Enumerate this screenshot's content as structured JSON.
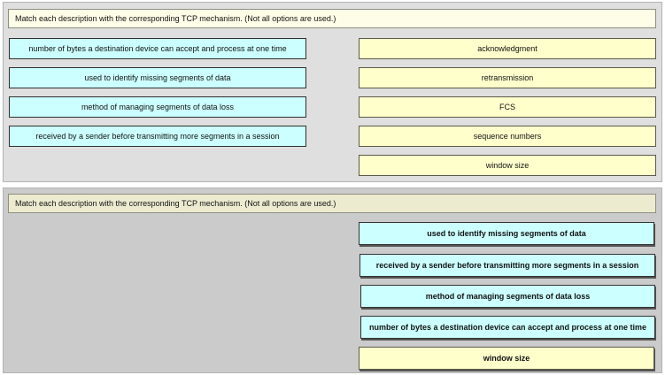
{
  "top_panel": {
    "instruction": "Match each description with the corresponding TCP mechanism. (Not all options are used.)",
    "descriptions": [
      "number of bytes a destination device can accept and process at one time",
      "used to identify missing segments of data",
      "method of managing segments of data loss",
      "received by a sender before transmitting more segments in a session"
    ],
    "options": [
      "acknowledgment",
      "retransmission",
      "FCS",
      "sequence numbers",
      "window size"
    ]
  },
  "bottom_panel": {
    "instruction": "Match each description with the corresponding TCP mechanism. (Not all options are used.)",
    "answers": [
      "used to identify missing segments of data",
      "received by a sender before transmitting more segments in a session",
      "method of managing segments of data loss",
      "number of bytes a destination device can accept and process at one time",
      "window size"
    ]
  }
}
